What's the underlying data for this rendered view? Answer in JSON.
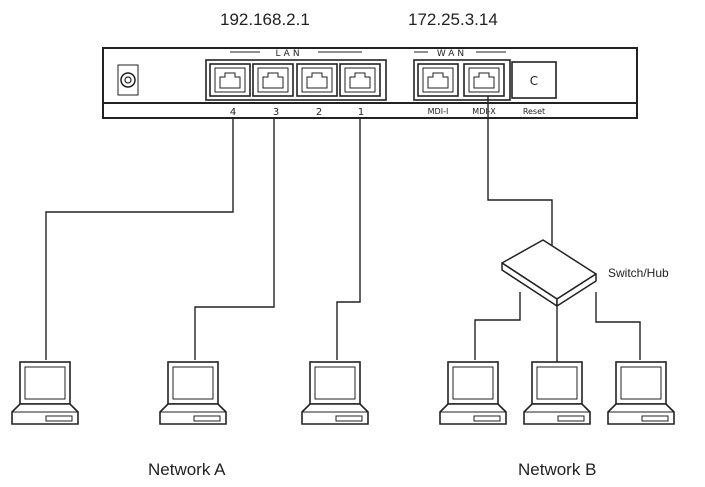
{
  "ips": {
    "lan": "192.168.2.1",
    "wan": "172.25.3.14"
  },
  "router": {
    "lan_group_label": "LAN",
    "wan_group_label": "WAN",
    "lan_port_numbers": [
      "4",
      "3",
      "2",
      "1"
    ],
    "wan_port_labels": [
      "MDI-I",
      "MDI-X"
    ],
    "reset_button_glyph": "C",
    "reset_label": "Reset"
  },
  "switch_label": "Switch/Hub",
  "networks": {
    "a": "Network A",
    "b": "Network B"
  },
  "colors": {
    "line": "#222222",
    "background": "#ffffff"
  }
}
